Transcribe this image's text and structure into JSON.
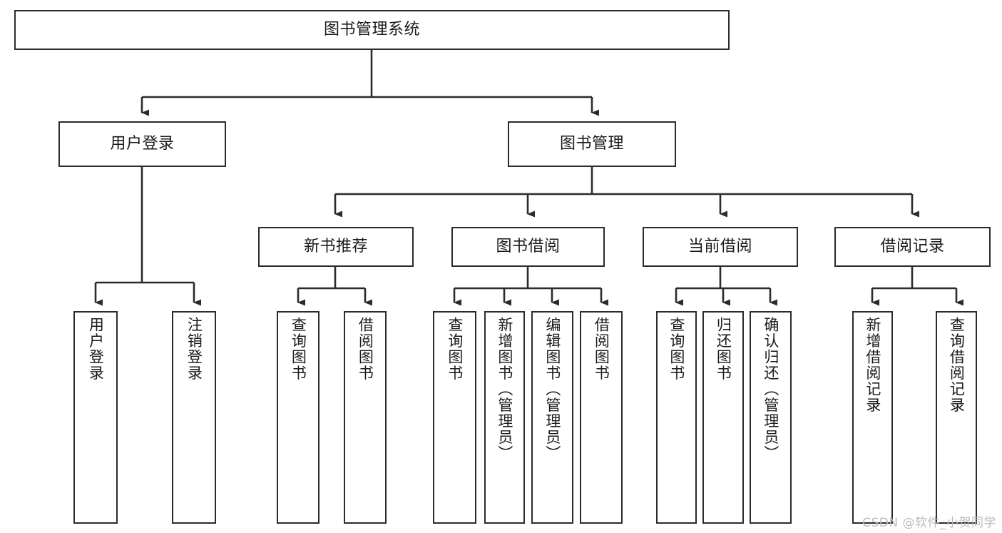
{
  "diagram": {
    "title": "图书管理系统",
    "type": "tree-hierarchy-diagram",
    "colors": {
      "box_border": "#2b2b2b",
      "box_fill": "#ffffff",
      "connector": "#2b2b2b",
      "text": "#1a1a1a",
      "watermark": "#bcbcbc",
      "background": "#ffffff"
    },
    "root": {
      "label": "图书管理系统"
    },
    "level2": [
      {
        "label": "用户登录"
      },
      {
        "label": "图书管理"
      }
    ],
    "level3": [
      {
        "label": "新书推荐"
      },
      {
        "label": "图书借阅"
      },
      {
        "label": "当前借阅"
      },
      {
        "label": "借阅记录"
      }
    ],
    "leaves": [
      {
        "label": "用户登录",
        "parent": "用户登录"
      },
      {
        "label": "注销登录",
        "parent": "用户登录"
      },
      {
        "label": "查询图书",
        "parent": "新书推荐"
      },
      {
        "label": "借阅图书",
        "parent": "新书推荐"
      },
      {
        "label": "查询图书",
        "parent": "图书借阅"
      },
      {
        "label": "新增图书（管理员）",
        "parent": "图书借阅"
      },
      {
        "label": "编辑图书（管理员）",
        "parent": "图书借阅"
      },
      {
        "label": "借阅图书",
        "parent": "图书借阅"
      },
      {
        "label": "查询图书",
        "parent": "当前借阅"
      },
      {
        "label": "归还图书",
        "parent": "当前借阅"
      },
      {
        "label": "确认归还（管理员）",
        "parent": "当前借阅"
      },
      {
        "label": "新增借阅记录",
        "parent": "借阅记录"
      },
      {
        "label": "查询借阅记录",
        "parent": "借阅记录"
      }
    ],
    "watermark": "CSDN @软件_小贺同学"
  }
}
